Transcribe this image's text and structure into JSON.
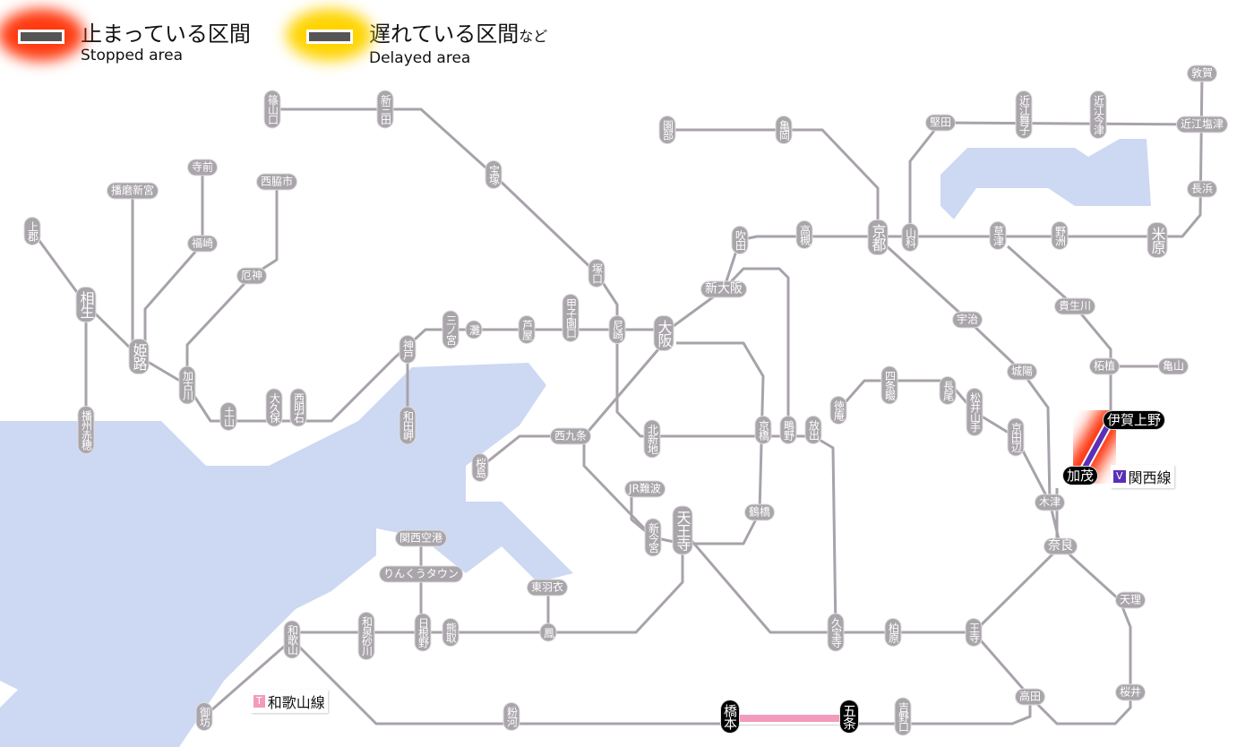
{
  "legend": {
    "stopped_jp": "止まっている区間",
    "stopped_en": "Stopped area",
    "delayed_jp": "遅れている区間",
    "delayed_suffix": "など",
    "delayed_en": "Delayed area"
  },
  "line_tags": [
    {
      "symbol": "V",
      "name": "関西線",
      "color": "#5b2fb8"
    },
    {
      "symbol": "T",
      "name": "和歌山線",
      "color": "#f29bbd"
    }
  ],
  "colors": {
    "line": "#a8a2aa",
    "water": "#cdd9f2",
    "stopped_glow": "#ff2a00",
    "delayed_glow": "#ffd400"
  },
  "stations": [
    "篠山口",
    "新三田",
    "宝塚",
    "塚口",
    "寺前",
    "播磨新宮",
    "西脇市",
    "福崎",
    "厄神",
    "上郡",
    "相生",
    "姫路",
    "加古川",
    "土山",
    "大久保",
    "西明石",
    "播州赤穂",
    "神戸",
    "和田岬",
    "三ノ宮",
    "灘",
    "芦屋",
    "甲子園口",
    "尼崎",
    "大阪",
    "新大阪",
    "吹田",
    "高槻",
    "京都",
    "山科",
    "園部",
    "亀岡",
    "堅田",
    "近江舞子",
    "近江今津",
    "近江塩津",
    "敦賀",
    "長浜",
    "米原",
    "草津",
    "野洲",
    "宇治",
    "貴生川",
    "柘植",
    "亀山",
    "城陽",
    "四条畷",
    "徳庵",
    "長尾",
    "松井山手",
    "京田辺",
    "放出",
    "鴫野",
    "京橋",
    "北新地",
    "西九条",
    "桜島",
    "JR難波",
    "鶴橋",
    "新今宮",
    "天王寺",
    "木津",
    "奈良",
    "天理",
    "桜井",
    "高田",
    "王寺",
    "柏原",
    "久宝寺",
    "関西空港",
    "りんくうタウン",
    "東羽衣",
    "鳳",
    "熊取",
    "日根野",
    "和泉砂川",
    "和歌山",
    "御坊",
    "粉河",
    "橋本",
    "五条",
    "吉野口",
    "伊賀上野",
    "加茂"
  ]
}
